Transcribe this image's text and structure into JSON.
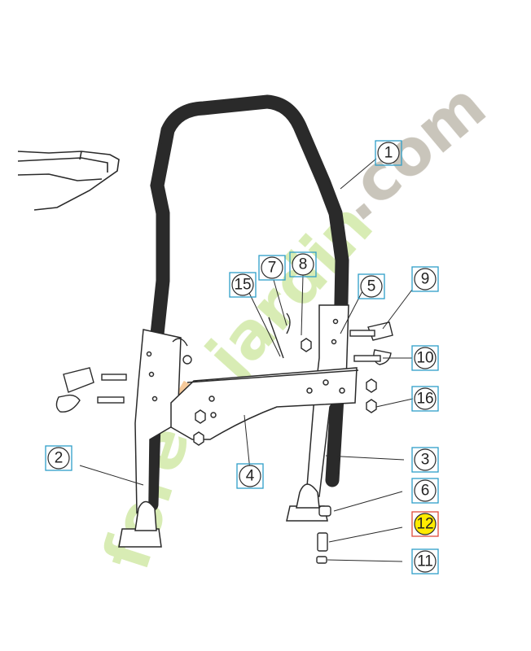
{
  "watermark": {
    "prefix": "fore",
    "middle": "t",
    "suffix": "jardin",
    "domain": ".com",
    "colors": {
      "green": "#d6ebb0",
      "orange": "#f6c896",
      "grey": "#c7c2b8"
    }
  },
  "callouts": [
    {
      "id": "c1",
      "label": "1",
      "highlight": false
    },
    {
      "id": "c2",
      "label": "2",
      "highlight": false
    },
    {
      "id": "c3",
      "label": "3",
      "highlight": false
    },
    {
      "id": "c4",
      "label": "4",
      "highlight": false
    },
    {
      "id": "c5",
      "label": "5",
      "highlight": false
    },
    {
      "id": "c6",
      "label": "6",
      "highlight": false
    },
    {
      "id": "c7",
      "label": "7",
      "highlight": false
    },
    {
      "id": "c8",
      "label": "8",
      "highlight": false
    },
    {
      "id": "c9",
      "label": "9",
      "highlight": false
    },
    {
      "id": "c10",
      "label": "10",
      "highlight": false
    },
    {
      "id": "c11",
      "label": "11",
      "highlight": false
    },
    {
      "id": "c12",
      "label": "12",
      "highlight": true
    },
    {
      "id": "c15",
      "label": "15",
      "highlight": false
    },
    {
      "id": "c16",
      "label": "16",
      "highlight": false
    }
  ],
  "colors": {
    "callout_frame": "#2e9fc8",
    "callout_ring": "#2a2a2a",
    "highlight_fill": "#ffeb00",
    "highlight_frame": "#e04a3a",
    "line": "#2a2a2a"
  }
}
